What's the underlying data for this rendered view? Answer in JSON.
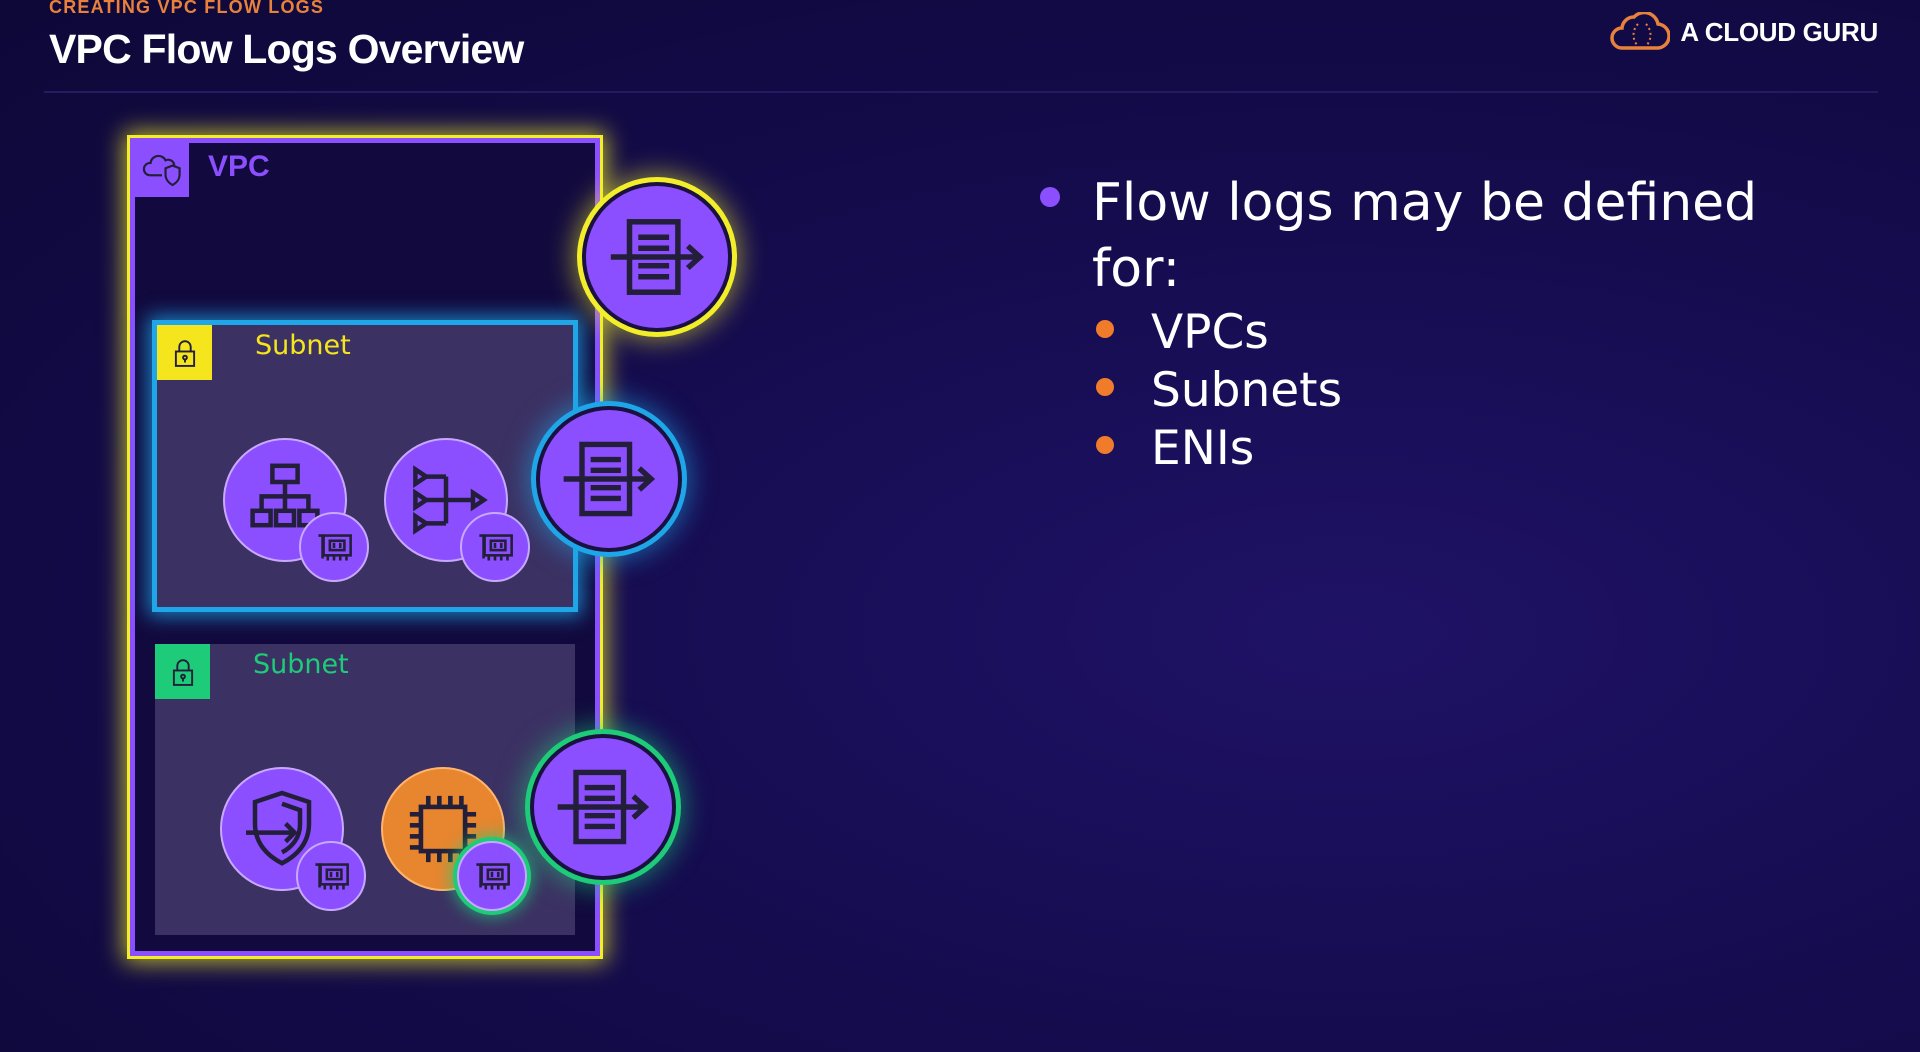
{
  "header": {
    "eyebrow": "CREATING VPC FLOW LOGS",
    "title": "VPC Flow Logs Overview"
  },
  "brand": {
    "name": "A CLOUD GURU",
    "logo_icon": "cloud-logo-icon"
  },
  "diagram": {
    "vpc": {
      "label": "VPC",
      "icon": "vpc-cloud-shield-icon"
    },
    "subnets": [
      {
        "label": "Subnet",
        "icon": "lock-icon",
        "resources": [
          {
            "icon": "load-balancer-icon",
            "badge": "eni-icon"
          },
          {
            "icon": "network-load-balancer-icon",
            "badge": "eni-icon"
          }
        ]
      },
      {
        "label": "Subnet",
        "icon": "lock-icon",
        "resources": [
          {
            "icon": "vpn-endpoint-shield-icon",
            "badge": "eni-icon"
          },
          {
            "icon": "ec2-chip-icon",
            "badge": "eni-icon"
          }
        ]
      }
    ],
    "flow_logs": [
      "flow-log-icon",
      "flow-log-icon",
      "flow-log-icon"
    ]
  },
  "bullets": {
    "main": "Flow logs may be defined for:",
    "items": [
      "VPCs",
      "Subnets",
      "ENIs"
    ]
  },
  "colors": {
    "accent_purple": "#8C4FFF",
    "orange": "#F07B2A",
    "vpc_highlight": "#F2EE2A",
    "subnet_blue": "#1FA6E8",
    "subnet_green": "#1ECB79",
    "background": "#150C4F"
  }
}
